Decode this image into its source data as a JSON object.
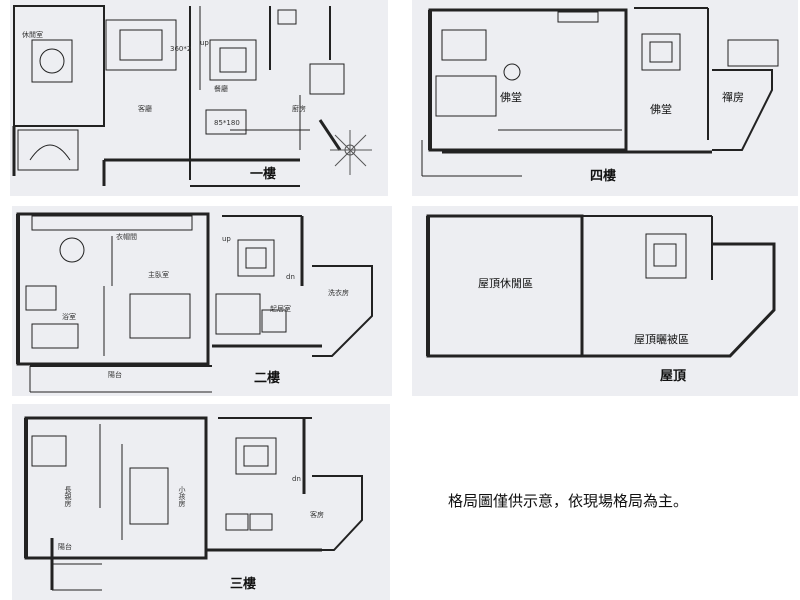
{
  "note": "格局圖僅供示意，依現場格局為主。",
  "plans": {
    "floor1": {
      "title": "一樓",
      "rooms": {
        "leisure": "休閒室",
        "living": "客廳",
        "dining": "餐廳",
        "kitchen": "廚房"
      },
      "up": "up",
      "dims": {
        "d1": "360*2",
        "d2": "85*180"
      }
    },
    "floor2": {
      "title": "二樓",
      "rooms": {
        "closet": "衣帽間",
        "master": "主臥室",
        "bath": "浴室",
        "family": "起居室",
        "laundry": "洗衣房",
        "balcony": "陽台"
      },
      "up": "up",
      "dn": "dn"
    },
    "floor3": {
      "title": "三樓",
      "rooms": {
        "elder": "長親房",
        "kids": "小孩房",
        "guest": "客房",
        "balcony": "陽台"
      },
      "dn": "dn"
    },
    "floor4": {
      "title": "四樓",
      "rooms": {
        "buddha1": "佛堂",
        "buddha2": "佛堂",
        "zen": "禪房"
      }
    },
    "roof": {
      "title": "屋頂",
      "rooms": {
        "leisure": "屋頂休閒區",
        "drying": "屋頂曬被區"
      }
    }
  }
}
